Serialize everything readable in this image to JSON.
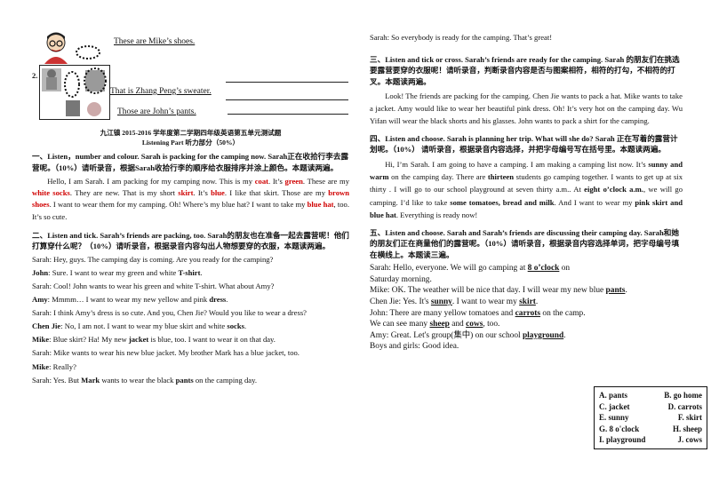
{
  "top": {
    "line1": "These are Mike’s shoes.",
    "item2_number": "2.",
    "line2": "That is Zhang Peng’s sweater.",
    "line3": "Those are John’s pants."
  },
  "header": {
    "title": "九江镇 2015-2016 学年度第二学期四年级英语第五单元测试题",
    "subtitle": "Listening Part 听力部分（50%）"
  },
  "section1": {
    "heading": "一、Listen，number and colour. Sarah is packing for the camping now. Sarah正在收拾行李去露营呢。（10%）请听录音，根据Sarah收拾行李的顺序给衣服排序并涂上颜色。本题读两遍。",
    "t1": "Hello, I am Sarah. I am packing for my camping now. This is my ",
    "coat": "coat",
    "t2": ". It’s ",
    "green": "green",
    "t3": ". These are my ",
    "white_socks": "white socks",
    "t4": ". They are new. That is my short ",
    "skirt": "skirt",
    "t5": ". It’s ",
    "blue": "blue",
    "t6": ". I like that skirt. Those are my ",
    "brown_shoes": "brown shoes",
    "t7": ". I want to wear them for my camping. Oh! Where’s my blue hat? I want to take my ",
    "blue_hat": "blue hat",
    "t8": ", too. It’s so cute."
  },
  "section2": {
    "heading": "二、Listen and tick.  Sarah’s friends are packing, too. Sarah的朋友也在准备一起去露营呢！他们打算穿什么呢？（10%）请听录音，根据录音内容勾出人物想要穿的衣服，本题读两遍。",
    "lines": [
      {
        "sp": "Sarah",
        "a": "Hey, guys. The camping day is coming. Are you ready for the camping?"
      },
      {
        "sp": "John",
        "a": "Sure. I want to wear my green and white ",
        "k": "T-shirt",
        "z": "."
      },
      {
        "sp": "Sarah",
        "a": "Cool! John wants to wear his green and white T-shirt. What about Amy?"
      },
      {
        "sp": "Amy",
        "a": "Mmmm… I want to wear my new yellow and pink ",
        "k": "dress",
        "z": "."
      },
      {
        "sp": "Sarah",
        "a": "I think Amy’s dress is so cute. And you, Chen Jie? Would you like to wear a dress?"
      },
      {
        "sp": "Chen Jie",
        "a": "No, I am not. I want to wear my blue skirt and white ",
        "k": "socks",
        "z": "."
      },
      {
        "sp": "Mike",
        "a": "Blue skirt? Ha! My new ",
        "k": "jacket",
        "z": " is blue, too. I want to wear it on that day."
      },
      {
        "sp": "Sarah",
        "a": "Mike wants to wear his new blue jacket. My brother Mark has a blue jacket, too."
      },
      {
        "sp": "Mike",
        "a": "Really?"
      },
      {
        "sp": "Sarah",
        "a": "Yes. But ",
        "k": "Mark",
        "z": " wants to wear the black ",
        "k2": "pants",
        "z2": " on the camping day."
      }
    ]
  },
  "right_top": "Sarah: So everybody is ready for the camping. That’s great!",
  "section3": {
    "heading": "三、Listen and tick or cross. Sarah’s friends are ready for the camping. Sarah 的朋友们在挑选要露营要穿的衣服呢！请听录音，判断录音内容是否与图案相符，相符的打勾，不相符的打叉。本题读两遍。",
    "para": "Look! The friends are packing for the camping. Chen Jie wants to pack a hat. Mike wants to take a jacket. Amy would like to wear her beautiful pink dress. Oh! It’s very hot on the camping day. Wu Yifan will wear the black shorts and his glasses. John wants to pack a shirt for the camping."
  },
  "section4": {
    "heading": "四、Listen and choose. Sarah is planning her trip. What will she do? Sarah 正在写着的露营计划呢。（10%）  请听录音，根据录音内容选择，并把字母编号写在括号里。本题读两遍。",
    "t1": "Hi, I’m Sarah. I am going to have a camping. I am making a camping list now. It’s ",
    "k1": "sunny and warm",
    "t2": " on the camping day. There are ",
    "k2": "thirteen",
    "t3": " students go camping together. I wants to get up at six thirty . I will go to our school playground at seven thirty a.m.. At ",
    "k3": "eight o’clock a.m.",
    "t4": ", we will go camping. I’d like to take ",
    "k4": "some tomatoes, bread and milk",
    "t5": ". And I want to wear my ",
    "k5": "pink skirt and blue hat",
    "t6": ". Everything is ready now!"
  },
  "section5": {
    "heading": "五、Listen and choose. Sarah and Sarah’s friends are discussing their camping day. Sarah和她的朋友们正在商量他们的露营呢。（10%）请听录音，根据录音内容选择单词，把字母编号填在横线上。本题读三遍。",
    "l1a": "Sarah: Hello, everyone. We will go camping at ",
    "l1k": "8 o’clock",
    "l1b": " on Saturday morning.",
    "l2a": "Mike: OK. The weather will be nice that day. I will wear my new blue ",
    "l2k": "pants",
    "l2b": ".",
    "l3a": "Chen Jie: Yes. It's ",
    "l3k": "sunny",
    "l3b": ". I want to wear my ",
    "l3k2": "skirt",
    "l3c": ".",
    "l4a": "John: There are many yellow tomatoes and ",
    "l4k": "carrots",
    "l4b": " on the camp.",
    "l5a": "We can see many ",
    "l5k": "sheep",
    "l5b": " and ",
    "l5k2": "cows",
    "l5c": ", too.",
    "l6a": "Amy: Great. Let's group(集中) on our school ",
    "l6k": "playground",
    "l6b": ".",
    "l7": "Boys and girls: Good idea."
  },
  "options": [
    [
      "A.  pants",
      "B.  go  home"
    ],
    [
      "C.  jacket",
      "D.  carrots"
    ],
    [
      "E.  sunny",
      "F.  skirt"
    ],
    [
      "G.  8  o'clock",
      "H.  sheep"
    ],
    [
      "I.  playground",
      "J.  cows"
    ]
  ]
}
